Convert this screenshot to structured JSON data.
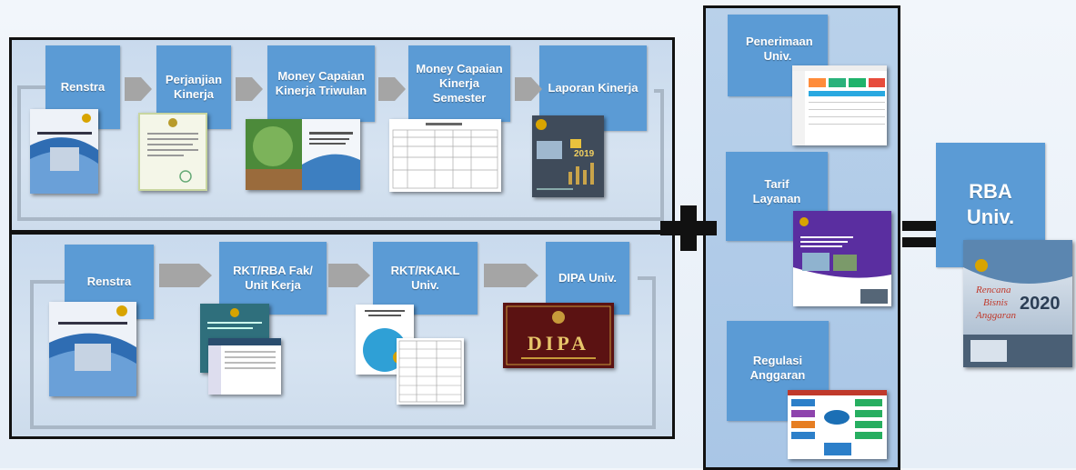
{
  "colors": {
    "box": "#5b9bd5",
    "border": "#111111",
    "connector": "#a9b7c6"
  },
  "top_flow": {
    "steps": [
      {
        "label": "Renstra"
      },
      {
        "label": "Perjanjian Kinerja"
      },
      {
        "label": "Money Capaian Kinerja Triwulan"
      },
      {
        "label": "Money Capaian Kinerja Semester"
      },
      {
        "label": "Laporan Kinerja"
      }
    ],
    "lakip_year": "2019"
  },
  "bottom_flow": {
    "steps": [
      {
        "label": "Renstra"
      },
      {
        "label": "RKT/RBA Fak/ Unit Kerja"
      },
      {
        "label": "RKT/RKAKL Univ."
      },
      {
        "label": "DIPA Univ."
      }
    ],
    "dipa_text": "DIPA"
  },
  "inputs": {
    "items": [
      {
        "label": "Penerimaan Univ."
      },
      {
        "label": "Tarif Layanan"
      },
      {
        "label": "Regulasi Anggaran"
      }
    ]
  },
  "result": {
    "label": "RBA Univ.",
    "cover": {
      "line1": "Rencana",
      "line2": "Bisnis",
      "line3": "Anggaran",
      "year": "2020"
    }
  },
  "operators": {
    "plus": "plus-sign",
    "equals": "equals-sign"
  }
}
